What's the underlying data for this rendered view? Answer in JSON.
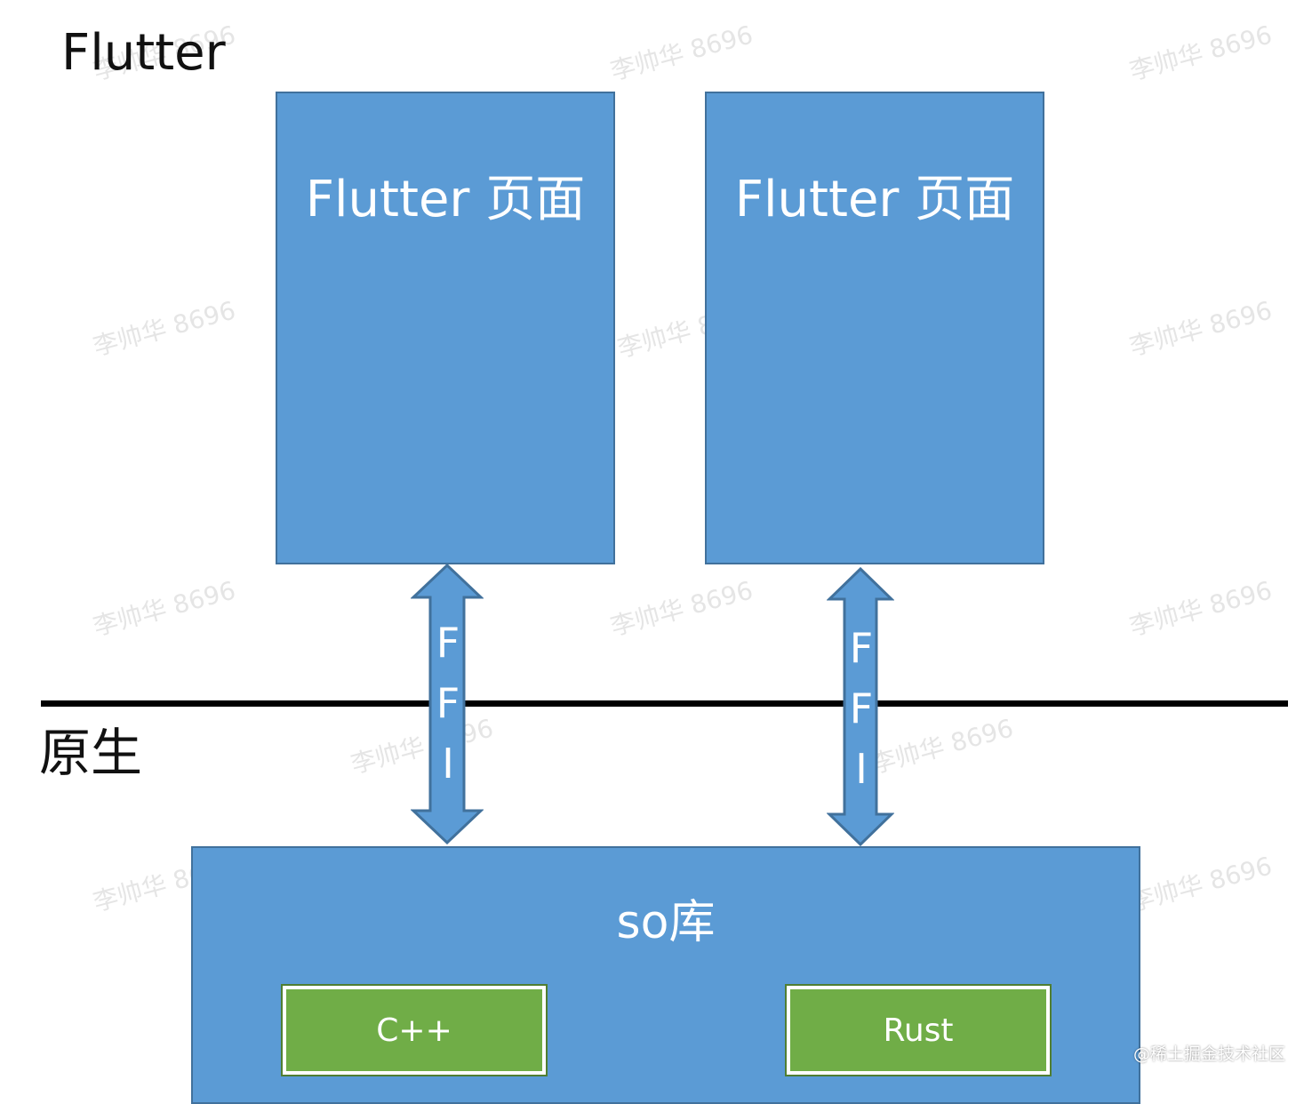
{
  "layers": {
    "top_label": "Flutter",
    "bottom_label": "原生"
  },
  "flutter_pages": [
    {
      "title": "Flutter 页面"
    },
    {
      "title": "Flutter 页面"
    }
  ],
  "bridge": {
    "letters": [
      "F",
      "F",
      "I"
    ]
  },
  "so_library": {
    "title": "so库",
    "modules": [
      {
        "label": "C++"
      },
      {
        "label": "Rust"
      }
    ]
  },
  "watermark": "李帅华 8696",
  "source": "@稀土掘金技术社区",
  "colors": {
    "box_blue": "#5b9bd5",
    "box_border": "#41719c",
    "module_green": "#70ad47",
    "divider": "#000000"
  }
}
